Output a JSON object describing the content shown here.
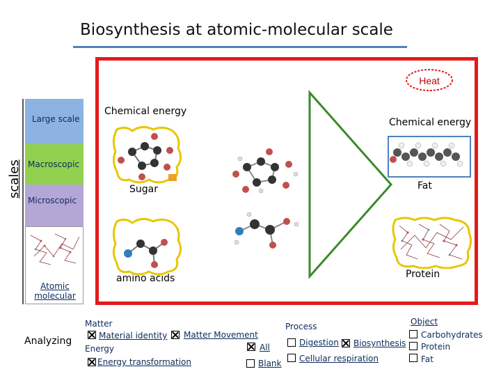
{
  "title": "Biosynthesis at atomic-molecular scale",
  "scales": {
    "axis_label": "scales",
    "large": "Large scale",
    "macro": "Macroscopic",
    "micro": "Microscopic",
    "atomic": "Atomic molecular"
  },
  "heat": "Heat",
  "labels": {
    "chem_energy_left": "Chemical energy",
    "chem_energy_right": "Chemical energy",
    "sugar": "Sugar",
    "amino": "amino acids",
    "fat": "Fat",
    "protein": "Protein"
  },
  "analyzing": {
    "label": "Analyzing",
    "matter_heading": "Matter",
    "material_identity": "Material identity",
    "matter_movement": "Matter Movement",
    "energy_heading": "Energy",
    "energy_transformation": "Energy transformation",
    "all": "All",
    "blank": "Blank",
    "process_heading": "Process",
    "digestion": "Digestion",
    "biosynthesis": "Biosynthesis",
    "cellular_respiration": "Cellular respiration",
    "object_heading": "Object",
    "carbohydrates": "Carbohydrates",
    "protein": "Protein",
    "fat": "Fat"
  },
  "colors": {
    "frame": "#e31a1a",
    "arrow": "#3a8a2a",
    "band_large": "#8db3e2",
    "band_macro": "#92d050",
    "band_micro": "#b4a7d6"
  }
}
